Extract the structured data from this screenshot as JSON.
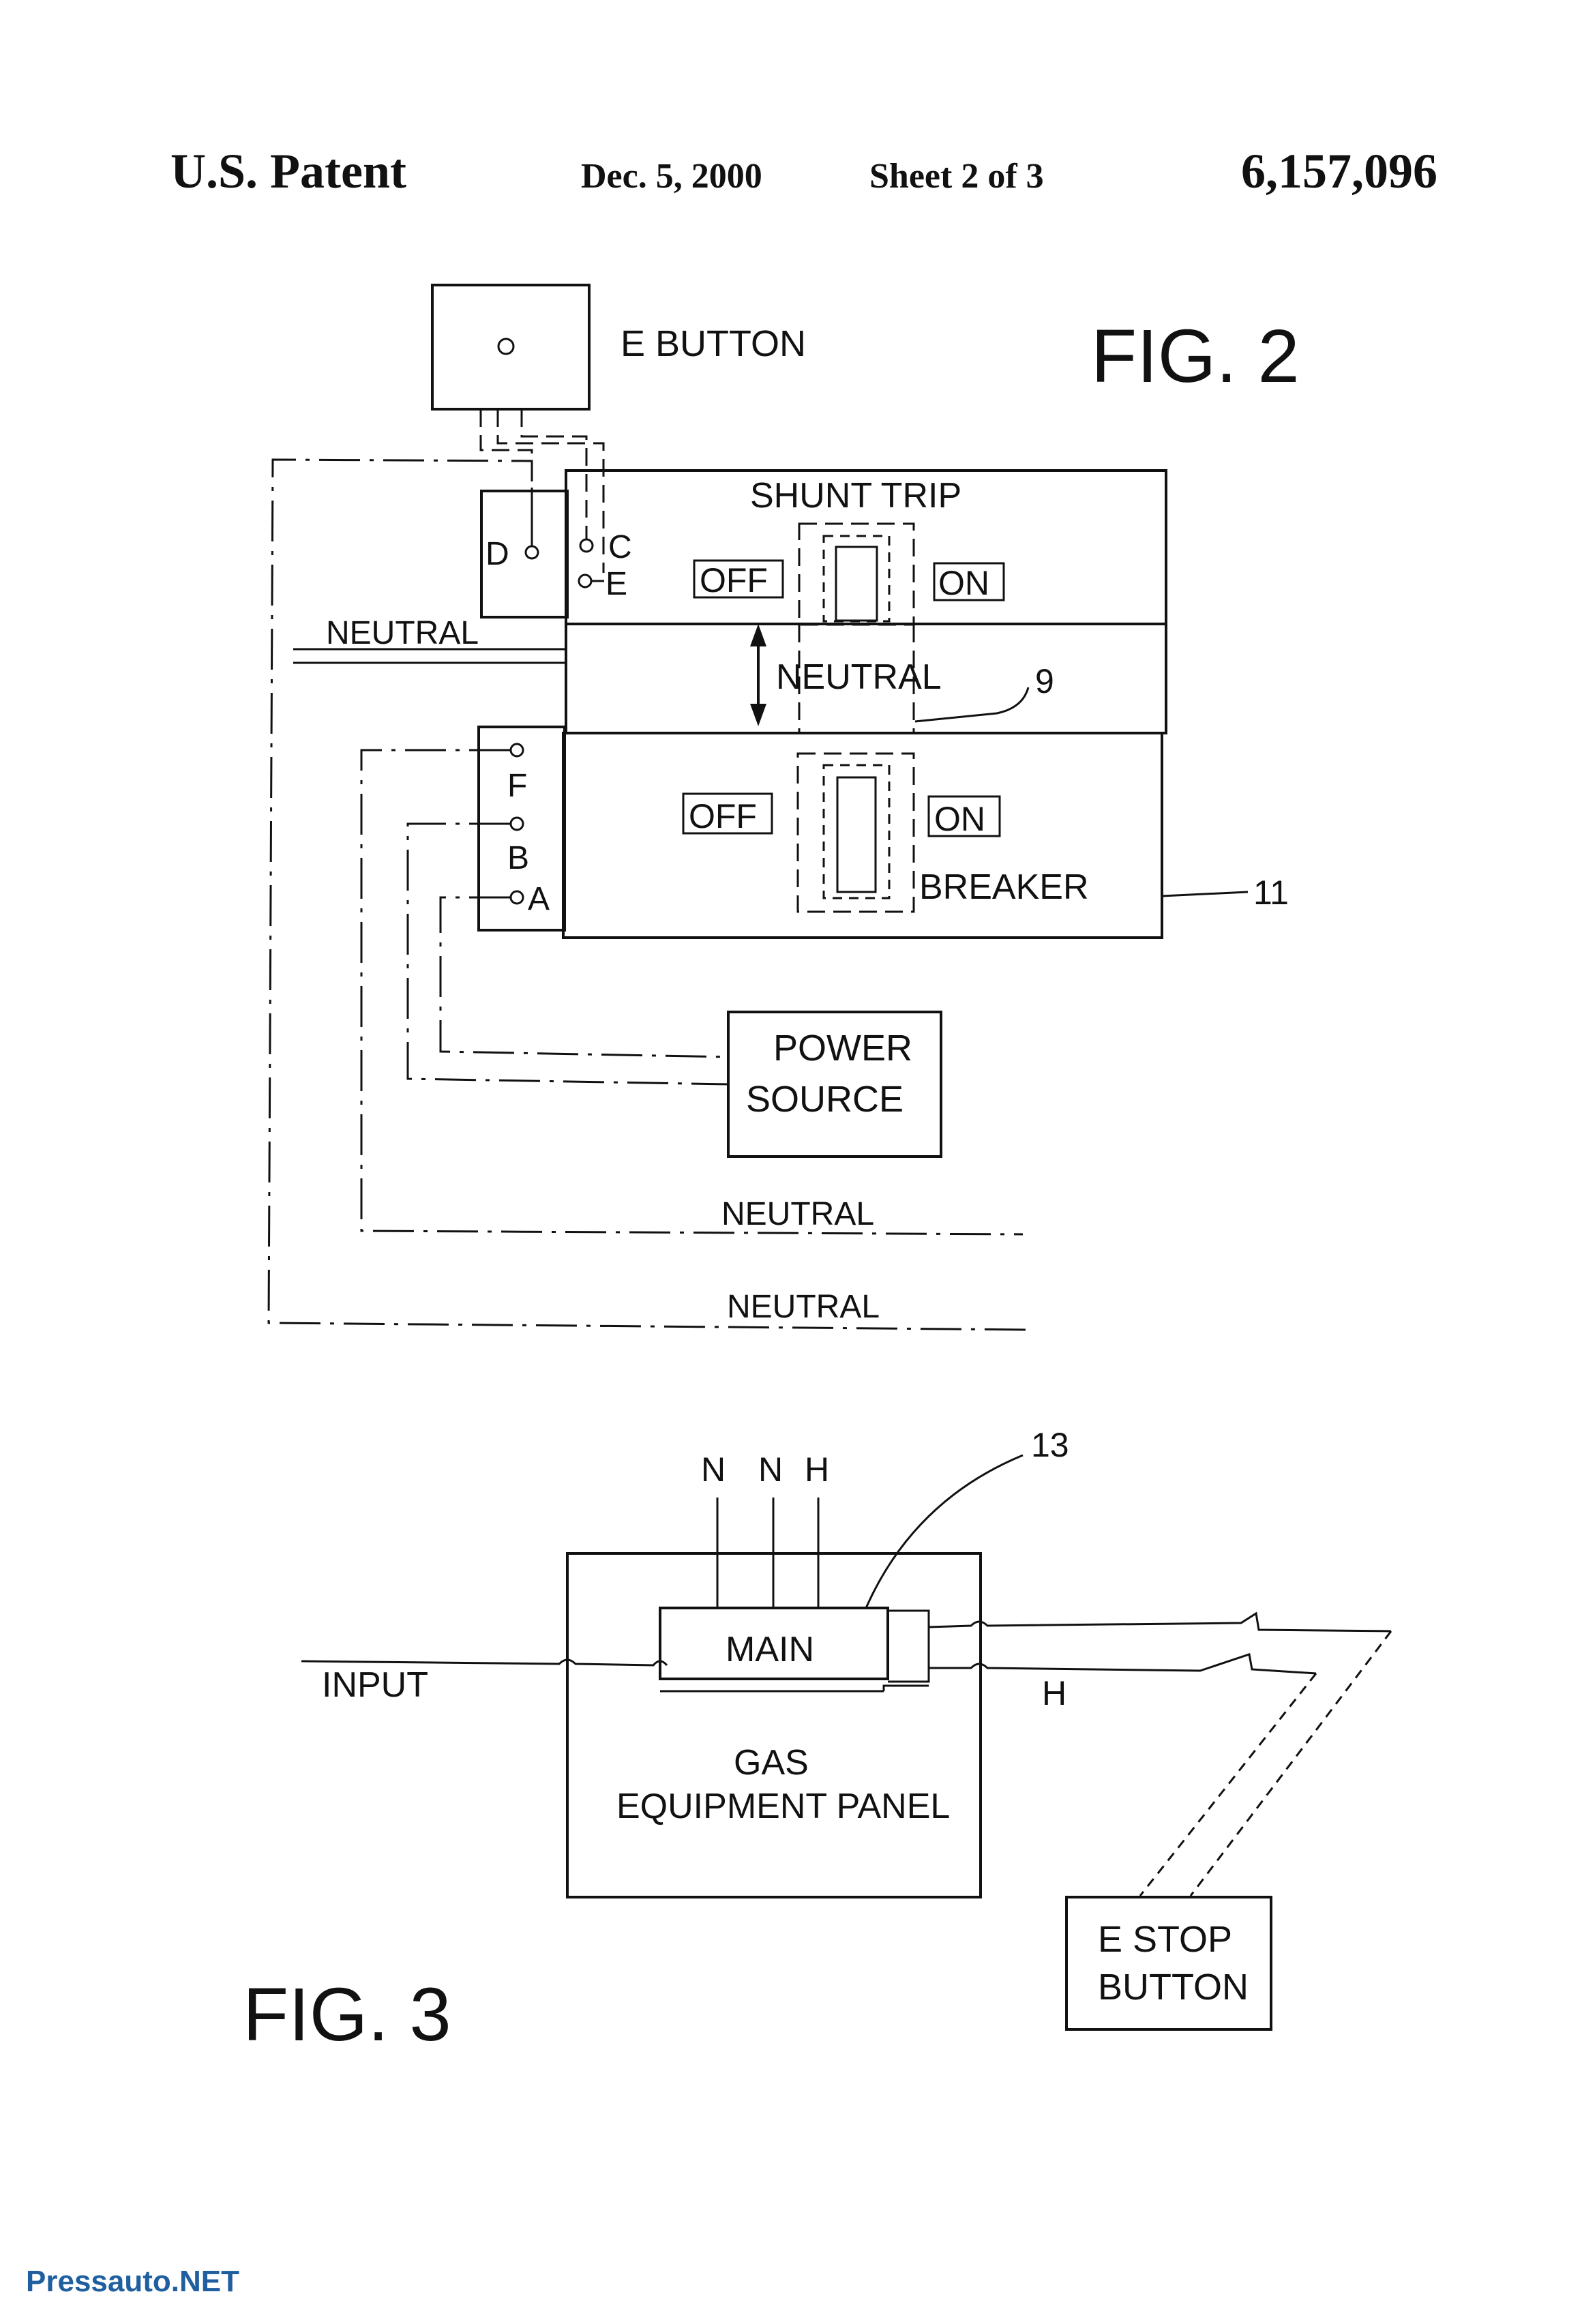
{
  "header": {
    "left": "U.S. Patent",
    "date": "Dec. 5, 2000",
    "sheet": "Sheet 2 of 3",
    "number": "6,157,096"
  },
  "fig2": {
    "caption": "FIG. 2",
    "e_button": "E BUTTON",
    "shunt_trip": "SHUNT TRIP",
    "off_top": "OFF",
    "on_top": "ON",
    "neutral_left": "NEUTRAL",
    "neutral_mid": "NEUTRAL",
    "ref_9": "9",
    "off_bottom": "OFF",
    "on_bottom": "ON",
    "breaker": "BREAKER",
    "ref_11": "11",
    "terminals": {
      "D": "D",
      "C": "C",
      "E": "E",
      "F": "F",
      "B": "B",
      "A": "A"
    },
    "power_source_1": "POWER",
    "power_source_2": "SOURCE",
    "neutral_bottom_1": "NEUTRAL",
    "neutral_bottom_2": "NEUTRAL"
  },
  "fig3": {
    "caption": "FIG. 3",
    "n1": "N",
    "n2": "N",
    "h_top": "H",
    "ref_13": "13",
    "main": "MAIN",
    "input": "INPUT",
    "h_right": "H",
    "panel_1": "GAS",
    "panel_2": "EQUIPMENT PANEL",
    "estop_1": "E STOP",
    "estop_2": "BUTTON"
  },
  "watermark": "Pressauto.NET",
  "colors": {
    "ink": "#111111",
    "paper": "#ffffff",
    "watermark": "#1f5f9f"
  }
}
